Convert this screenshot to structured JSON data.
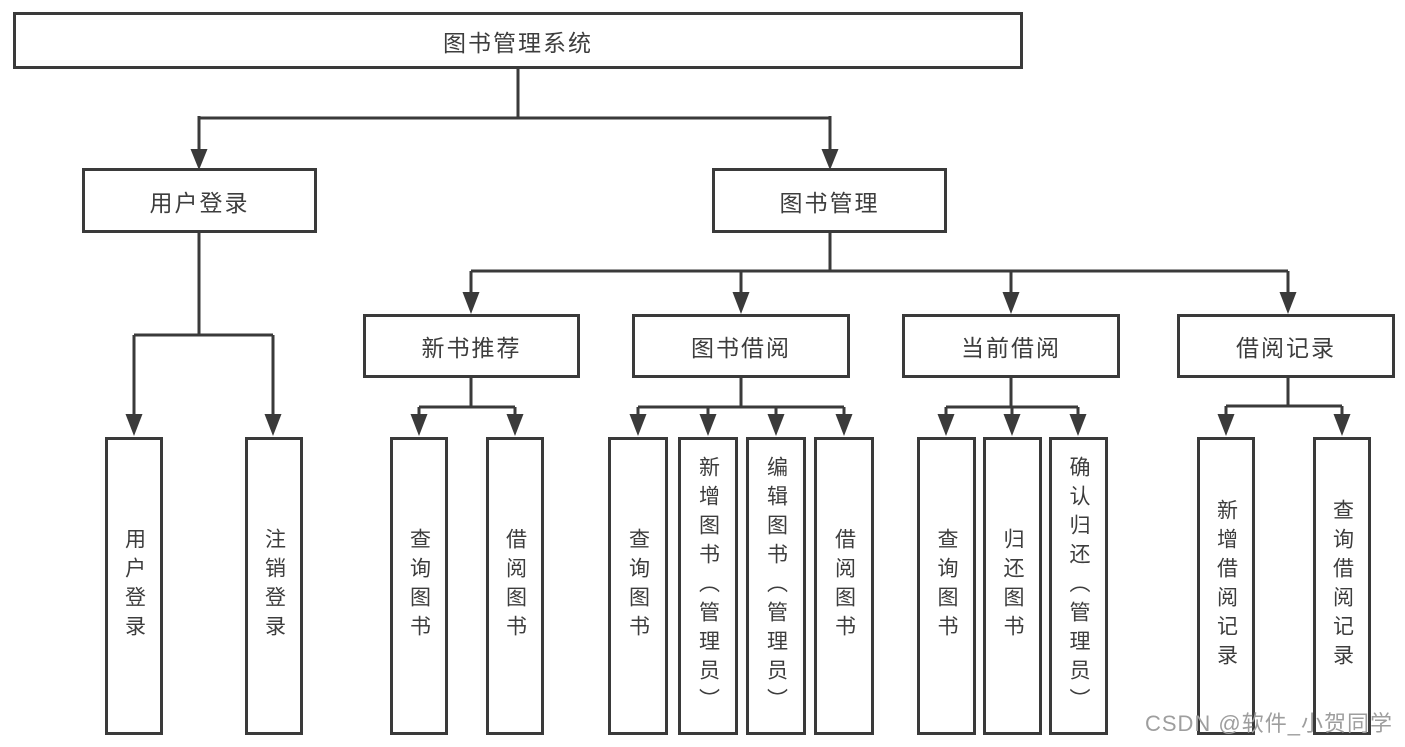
{
  "diagram": {
    "title": "图书管理系统",
    "branches": [
      {
        "label": "用户登录",
        "children": [
          {
            "label": "用户登录"
          },
          {
            "label": "注销登录"
          }
        ]
      },
      {
        "label": "图书管理",
        "children": [
          {
            "label": "新书推荐",
            "children": [
              {
                "label": "查询图书"
              },
              {
                "label": "借阅图书"
              }
            ]
          },
          {
            "label": "图书借阅",
            "children": [
              {
                "label": "查询图书"
              },
              {
                "label": "新增图书（管理员）"
              },
              {
                "label": "编辑图书（管理员）"
              },
              {
                "label": "借阅图书"
              }
            ]
          },
          {
            "label": "当前借阅",
            "children": [
              {
                "label": "查询图书"
              },
              {
                "label": "归还图书"
              },
              {
                "label": "确认归还（管理员）"
              }
            ]
          },
          {
            "label": "借阅记录",
            "children": [
              {
                "label": "新增借阅记录"
              },
              {
                "label": "查询借阅记录"
              }
            ]
          }
        ]
      }
    ]
  },
  "watermark": {
    "text": "CSDN @软件_小贺同学"
  },
  "colors": {
    "line": "#3a3a3a",
    "text": "#3d3d3d",
    "watermark": "#9e9e9e",
    "background": "#ffffff"
  }
}
